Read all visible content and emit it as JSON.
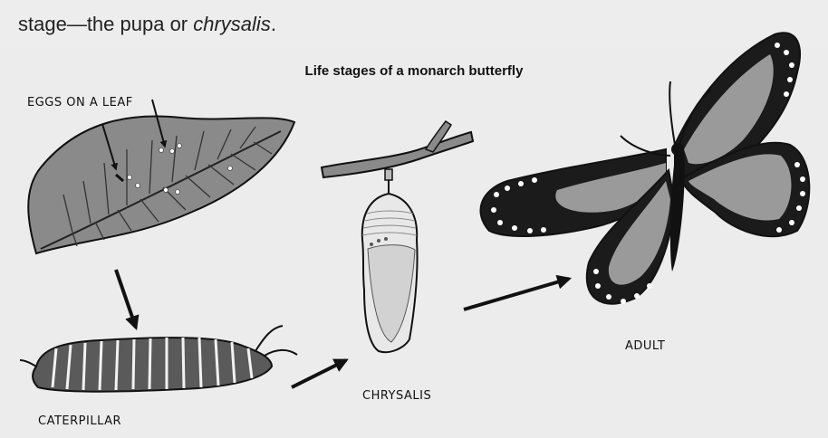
{
  "intro": {
    "text_before": "stage—the pupa or ",
    "text_italic": "chrysalis",
    "text_after": "."
  },
  "diagram": {
    "title": "Life stages of a monarch butterfly",
    "labels": {
      "eggs": "EGGS ON A LEAF",
      "caterpillar": "CATERPILLAR",
      "chrysalis": "CHRYSALIS",
      "adult": "ADULT"
    }
  }
}
